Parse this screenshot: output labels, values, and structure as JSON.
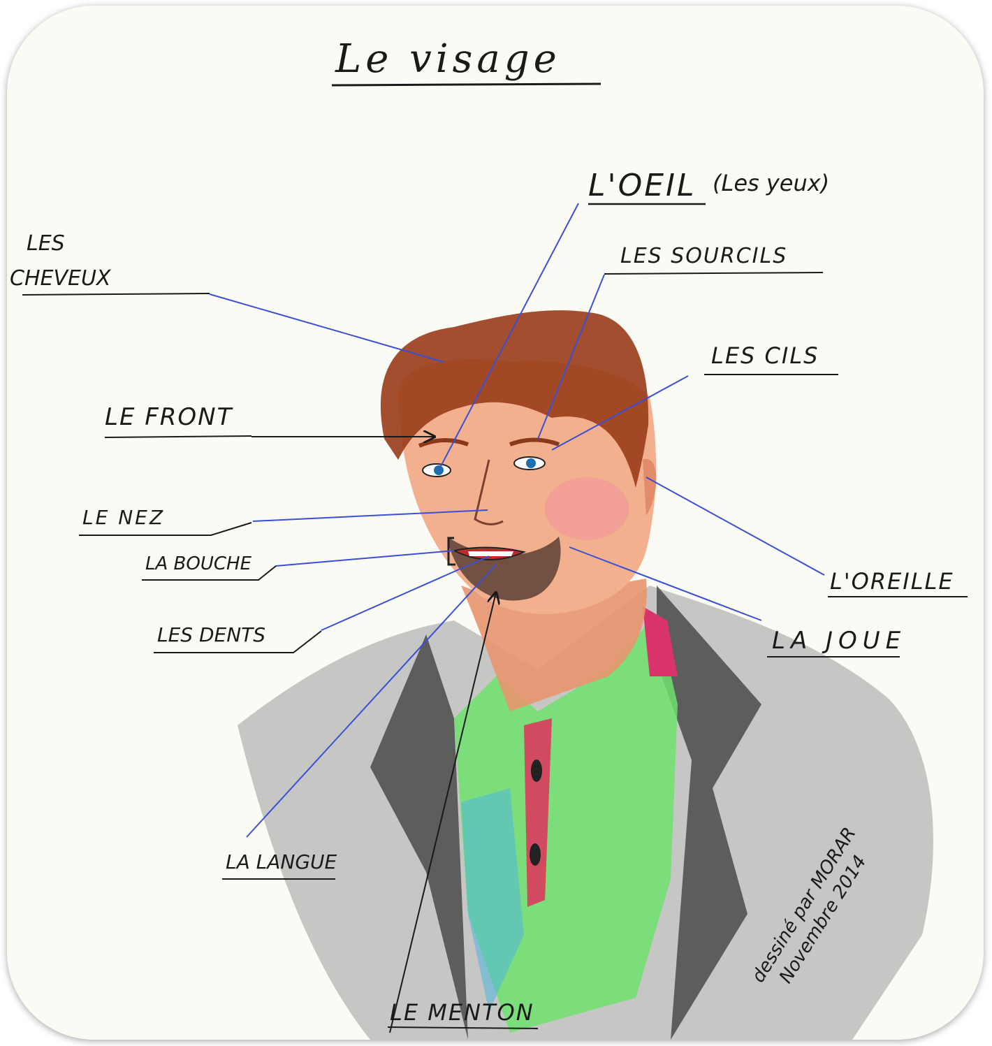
{
  "title": "Le visage",
  "labels": {
    "cheveux_line1": "LES",
    "cheveux_line2": "CHEVEUX",
    "oeil": "L'OEIL",
    "oeil_plural": "(Les yeux)",
    "sourcils": "LES SOURCILS",
    "cils": "LES CILS",
    "front": "LE FRONT",
    "nez": "LE NEZ",
    "bouche": "LA BOUCHE",
    "dents": "LES DENTS",
    "oreille": "L'OREILLE",
    "joue": "LA JOUE",
    "langue": "LA LANGUE",
    "menton": "LE MENTON"
  },
  "signature": {
    "line1": "dessiné par MORAR",
    "line2": "Novembre 2014"
  },
  "colors": {
    "pointer_blue": "#3a4fd6",
    "ink": "#1a1a1a",
    "hair": "#8a3a1a",
    "skin": "#e9a27f",
    "shirt_green": "#5fdc5f",
    "collar_pink": "#d8336a",
    "jacket": "#2a2a2a"
  }
}
